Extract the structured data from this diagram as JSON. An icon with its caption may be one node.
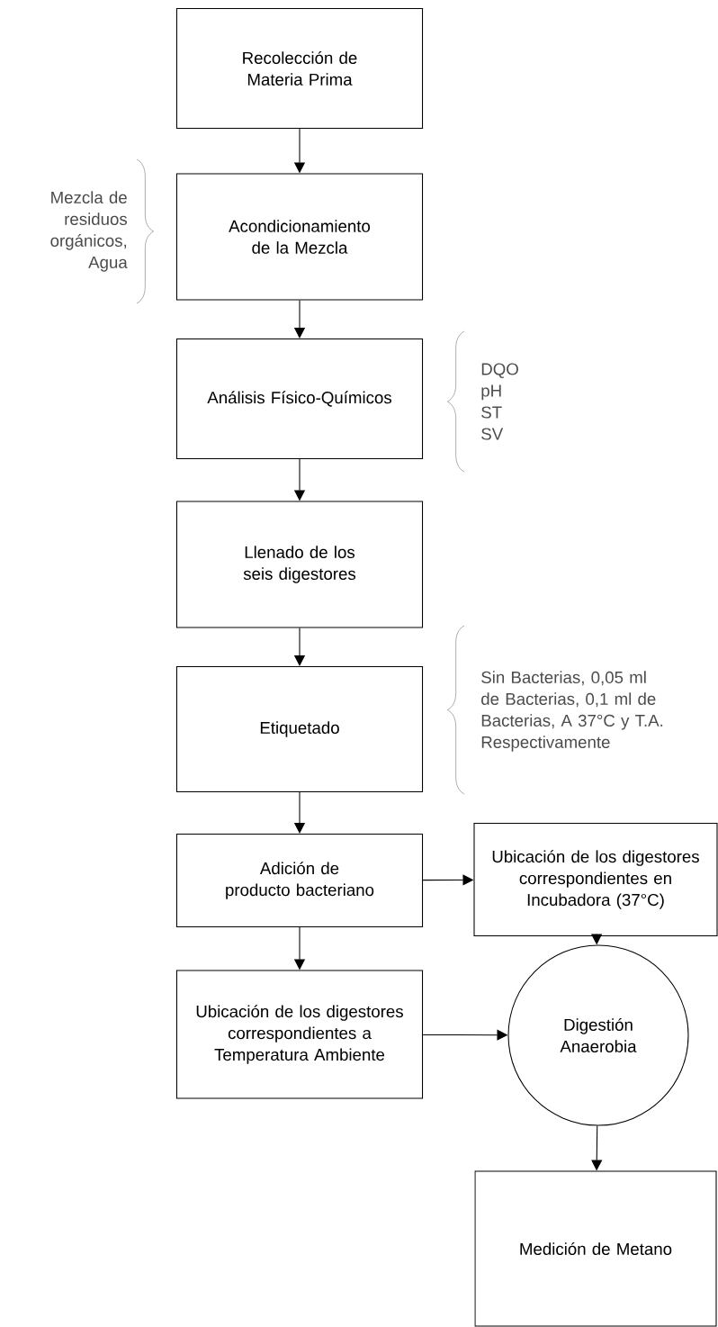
{
  "diagram": {
    "nodes": [
      {
        "text": [
          "Recolección de Materia Prima"
        ]
      },
      {
        "text": [
          "Acondicionamiento de la Mezcla"
        ],
        "beside": [
          "Mezcla de residuos orgánicos, Agua"
        ]
      },
      {
        "text": [
          "Análisis Físico-Químicos"
        ],
        "beside": [
          "DQO",
          "pH",
          "ST",
          "SV"
        ]
      },
      {
        "text": [
          "Llenado de los seis digestores"
        ]
      },
      {
        "text": [
          "Etiquetado"
        ],
        "beside": [
          "Sin Bacterias, 0,05 ml de Bacterias, 0,1 ml de Bacterias, A 37°C y T.A. Respectivamente"
        ]
      },
      {
        "text": [
          "Adición de producto bacteriano"
        ]
      },
      {
        "text": [
          "Ubicación de los digestores correspondientes en Incubadora (37°C)"
        ]
      },
      {
        "text": [
          "Ubicación de los digestores correspondientes a Temperatura Ambiente"
        ]
      },
      {
        "text": [
          "Digestión Anaerobia"
        ]
      },
      {
        "text": [
          "Medición de Metano"
        ]
      }
    ],
    "edges": [
      {
        "from": 0,
        "to": 1,
        "arrow": "to"
      },
      {
        "from": 1,
        "to": 2,
        "arrow": "to"
      },
      {
        "from": 2,
        "to": 3,
        "arrow": "to"
      },
      {
        "from": 3,
        "to": 4,
        "arrow": "to"
      },
      {
        "from": 4,
        "to": 5,
        "arrow": "to"
      },
      {
        "from": 5,
        "to": 6,
        "arrow": "to"
      },
      {
        "from": 5,
        "to": 7,
        "arrow": "to"
      },
      {
        "from": 6,
        "to": 8,
        "arrow": "to"
      },
      {
        "from": 7,
        "to": 8,
        "arrow": "to"
      },
      {
        "from": 8,
        "to": 9,
        "arrow": "to"
      }
    ]
  }
}
